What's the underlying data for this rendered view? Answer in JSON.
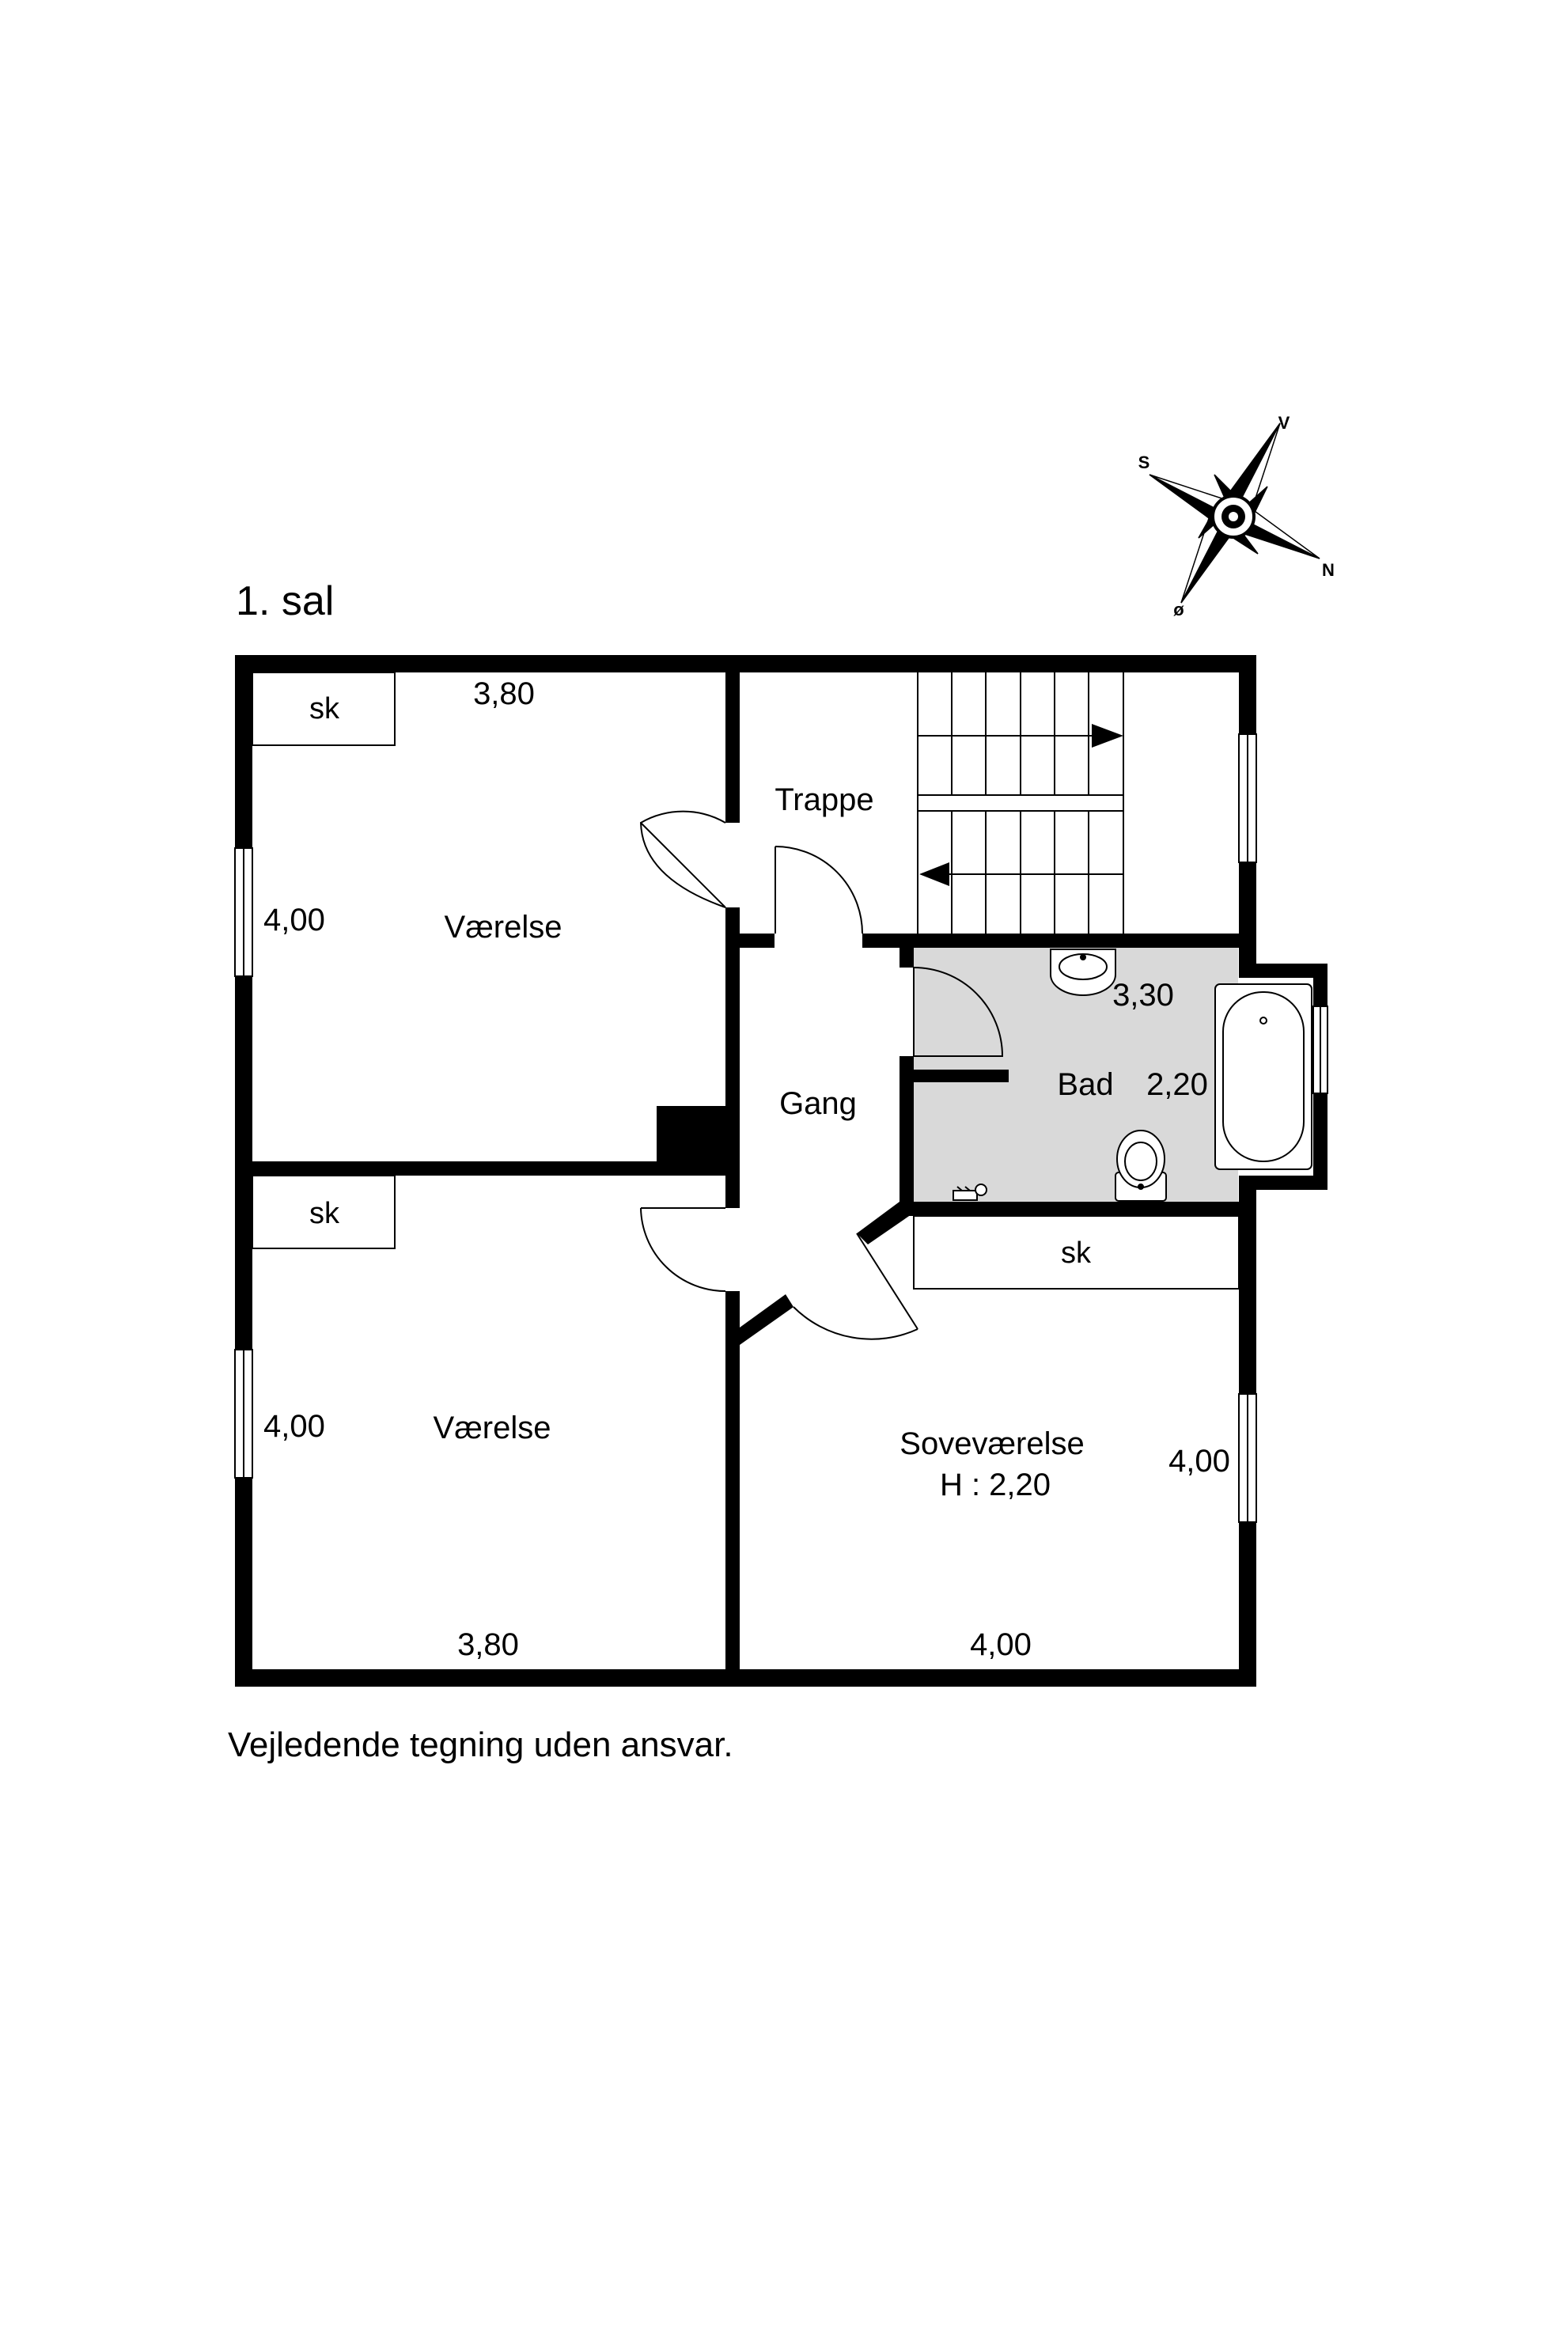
{
  "floor_title": "1. sal",
  "footer_note": "Vejledende tegning uden ansvar.",
  "compass": {
    "n": "N",
    "s": "S",
    "v": "V",
    "o": "ø"
  },
  "rooms": {
    "vaerelse_top": {
      "name": "Værelse",
      "width": "3,80",
      "height": "4,00",
      "closet": "sk"
    },
    "vaerelse_bottom": {
      "name": "Værelse",
      "width": "3,80",
      "height": "4,00",
      "closet": "sk"
    },
    "trappe": {
      "name": "Trappe"
    },
    "gang": {
      "name": "Gang"
    },
    "bad": {
      "name": "Bad",
      "width": "3,30",
      "height": "2,20"
    },
    "sovevaerelse": {
      "name": "Soveværelse",
      "ceiling": "H : 2,20",
      "width": "4,00",
      "height": "4,00",
      "closet": "sk"
    }
  },
  "colors": {
    "wall": "#000000",
    "bath_floor": "#d9d9d9",
    "background": "#ffffff"
  }
}
